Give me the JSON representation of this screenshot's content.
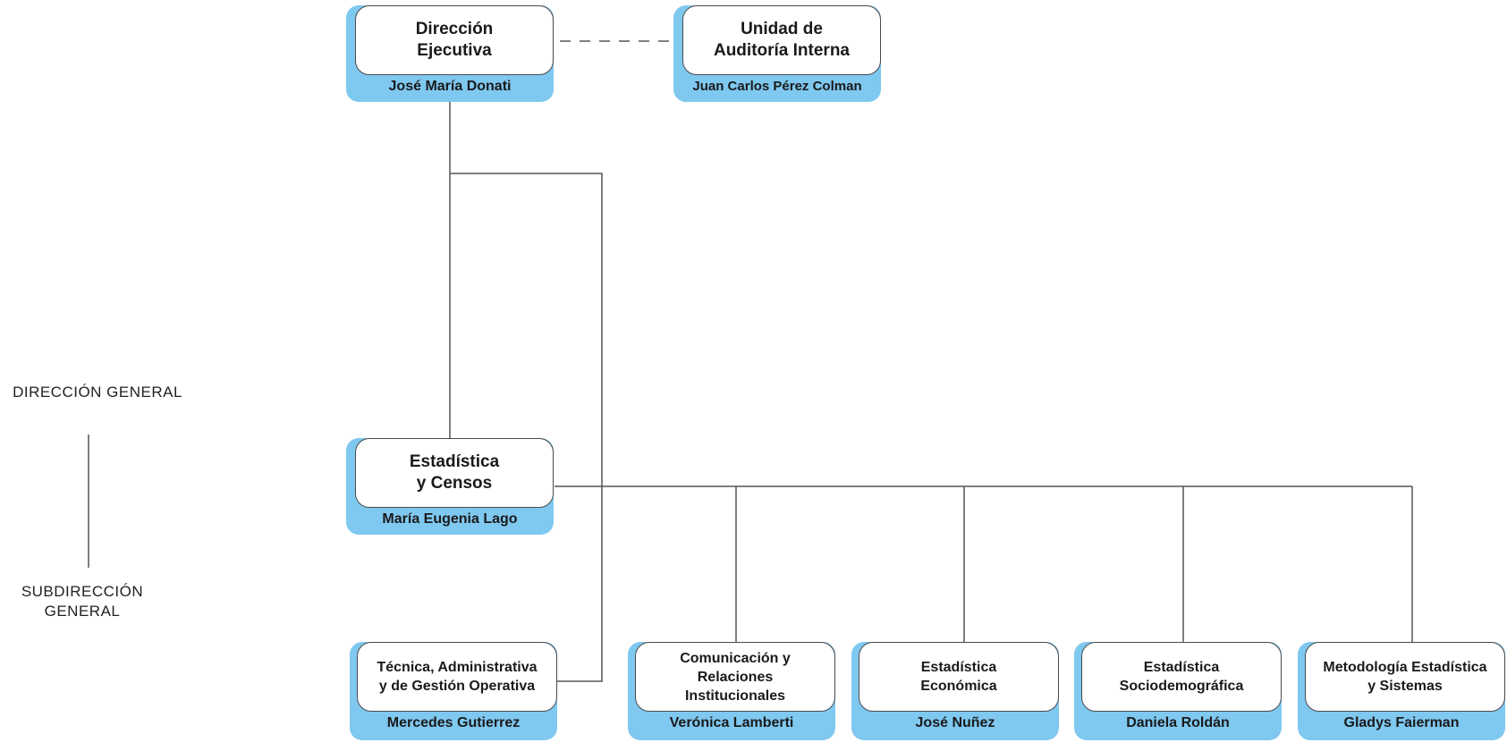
{
  "levels": {
    "direccion_general": "DIRECCIÓN GENERAL",
    "subdireccion_general": "SUBDIRECCIÓN\nGENERAL"
  },
  "nodes": {
    "direccion_ejecutiva": {
      "title": "Dirección\nEjecutiva",
      "person": "José María Donati"
    },
    "auditoria_interna": {
      "title": "Unidad de\nAuditoría Interna",
      "person": "Juan Carlos Pérez Colman"
    },
    "estadistica_censos": {
      "title": "Estadística\ny Censos",
      "person": "María Eugenia Lago"
    },
    "tecnica_administrativa": {
      "title": "Técnica, Administrativa\ny de Gestión Operativa",
      "person": "Mercedes Gutierrez"
    },
    "comunicacion": {
      "title": "Comunicación y\nRelaciones\nInstitucionales",
      "person": "Verónica Lamberti"
    },
    "economica": {
      "title": "Estadística\nEconómica",
      "person": "José Nuñez"
    },
    "sociodemografica": {
      "title": "Estadística\nSociodemográfica",
      "person": "Daniela Roldán"
    },
    "metodologia": {
      "title": "Metodología Estadística\ny Sistemas",
      "person": "Gladys Faierman"
    }
  },
  "colors": {
    "accent": "#7fc8f0",
    "line": "#555555",
    "divider_blue": "#3fa2d8"
  }
}
